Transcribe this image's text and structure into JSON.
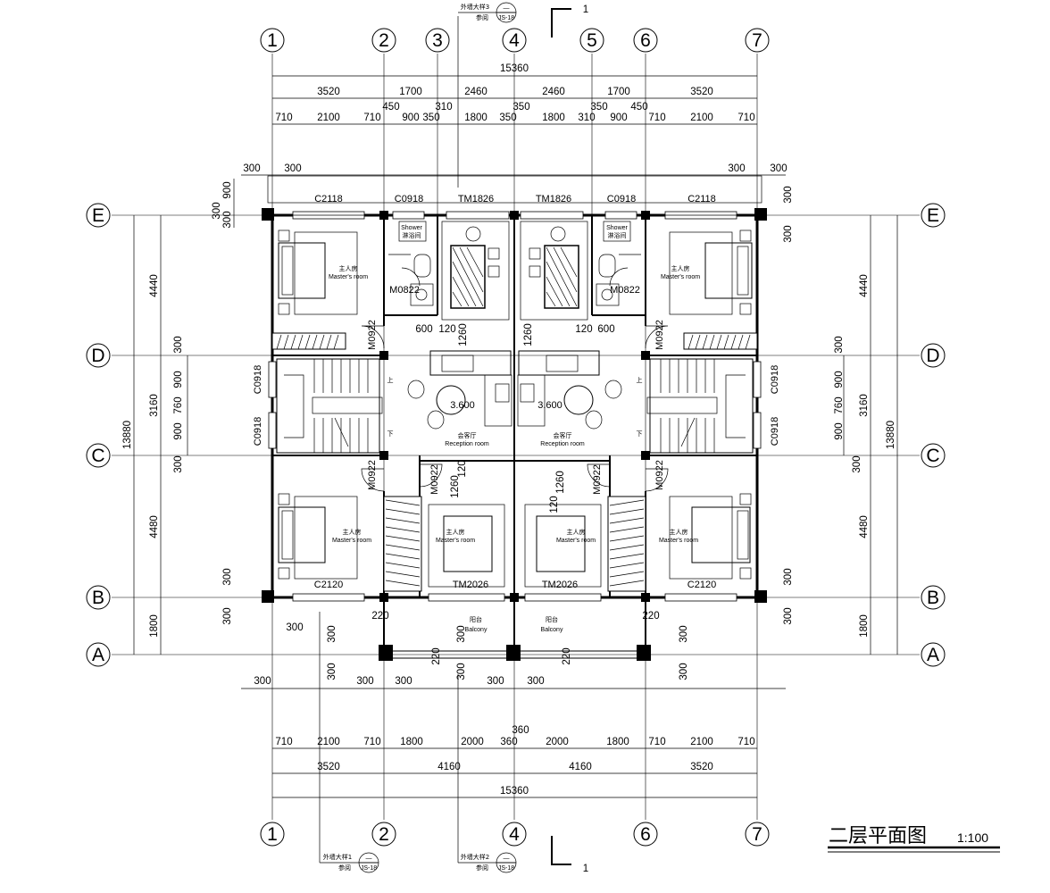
{
  "title": {
    "text": "二层平面图",
    "scale": "1:100"
  },
  "section_marker": {
    "label": "1"
  },
  "axes_vertical": [
    "1",
    "2",
    "3",
    "4",
    "5",
    "6",
    "7"
  ],
  "axes_horizontal": [
    "E",
    "D",
    "C",
    "B",
    "A"
  ],
  "top_dims": {
    "total": "15360",
    "row1": [
      "3520",
      "1700",
      "2460",
      "2460",
      "1700",
      "3520"
    ],
    "row2": [
      "710",
      "2100",
      "710",
      "450",
      "900",
      "350",
      "310",
      "1800",
      "350",
      "350",
      "1800",
      "310",
      "900",
      "350",
      "450",
      "710",
      "2100",
      "710"
    ],
    "row3": [
      "300",
      "300",
      "300",
      "300"
    ]
  },
  "bottom_dims": {
    "row1": [
      "710",
      "2100",
      "710",
      "1800",
      "2000",
      "360",
      "2000",
      "1800",
      "710",
      "2100",
      "710"
    ],
    "row1_extra": "360",
    "row2": [
      "3520",
      "4160",
      "4160",
      "3520"
    ],
    "total": "15360",
    "row3": [
      "300",
      "300",
      "300",
      "300",
      "300",
      "300"
    ]
  },
  "side_dims": {
    "left_outer": "13880",
    "left_inner": [
      "4440",
      "3160",
      "4480",
      "1800"
    ],
    "left_small": [
      "900",
      "300",
      "300",
      "300",
      "900",
      "760",
      "900",
      "300",
      "300",
      "300",
      "300",
      "300"
    ],
    "right_outer": "13880",
    "right_inner": [
      "4440",
      "3160",
      "4480",
      "1800"
    ],
    "right_small": [
      "300",
      "300",
      "300",
      "900",
      "760",
      "900",
      "300",
      "300",
      "300",
      "300",
      "300"
    ]
  },
  "windows": [
    "C2118",
    "C0918",
    "TM1826",
    "TM1826",
    "C0918",
    "C2118",
    "C0918",
    "C0918",
    "C0918",
    "C0918",
    "C2120",
    "C2120",
    "TM2026",
    "TM2026"
  ],
  "doors": [
    "M0822",
    "M0822",
    "M0922",
    "M0922",
    "M0922",
    "M0922",
    "M0922",
    "M0922"
  ],
  "small_dims": [
    "600",
    "120",
    "1260",
    "1260",
    "120",
    "600",
    "120",
    "1260",
    "1260",
    "120",
    "220",
    "220",
    "220",
    "220",
    "300",
    "300"
  ],
  "levels": [
    "3.600",
    "3.600"
  ],
  "rooms": [
    {
      "cn": "主人房",
      "en": "Master's room"
    },
    {
      "cn": "主人房",
      "en": "Master's room"
    },
    {
      "cn": "主人房",
      "en": "Master's room"
    },
    {
      "cn": "主人房",
      "en": "Master's room"
    },
    {
      "cn": "主人房",
      "en": "Master's room"
    },
    {
      "cn": "主人房",
      "en": "Master's room"
    },
    {
      "cn": "会客厅",
      "en": "Reception room"
    },
    {
      "cn": "会客厅",
      "en": "Reception room"
    },
    {
      "cn": "阳台",
      "en": "Balcony"
    },
    {
      "cn": "阳台",
      "en": "Balcony"
    },
    {
      "cn": "淋浴间",
      "en": "Shower"
    },
    {
      "cn": "淋浴间",
      "en": "Shower"
    }
  ],
  "stairs": {
    "up": "上",
    "down": "下"
  },
  "detail_refs": [
    {
      "title": "外墙大样3",
      "sub": "参阅",
      "sheet": "JS-18",
      "num": "—"
    },
    {
      "title": "外墙大样1",
      "sub": "参阅",
      "sheet": "JS-18",
      "num": "—"
    },
    {
      "title": "外墙大样2",
      "sub": "参阅",
      "sheet": "JS-18",
      "num": "—"
    }
  ]
}
